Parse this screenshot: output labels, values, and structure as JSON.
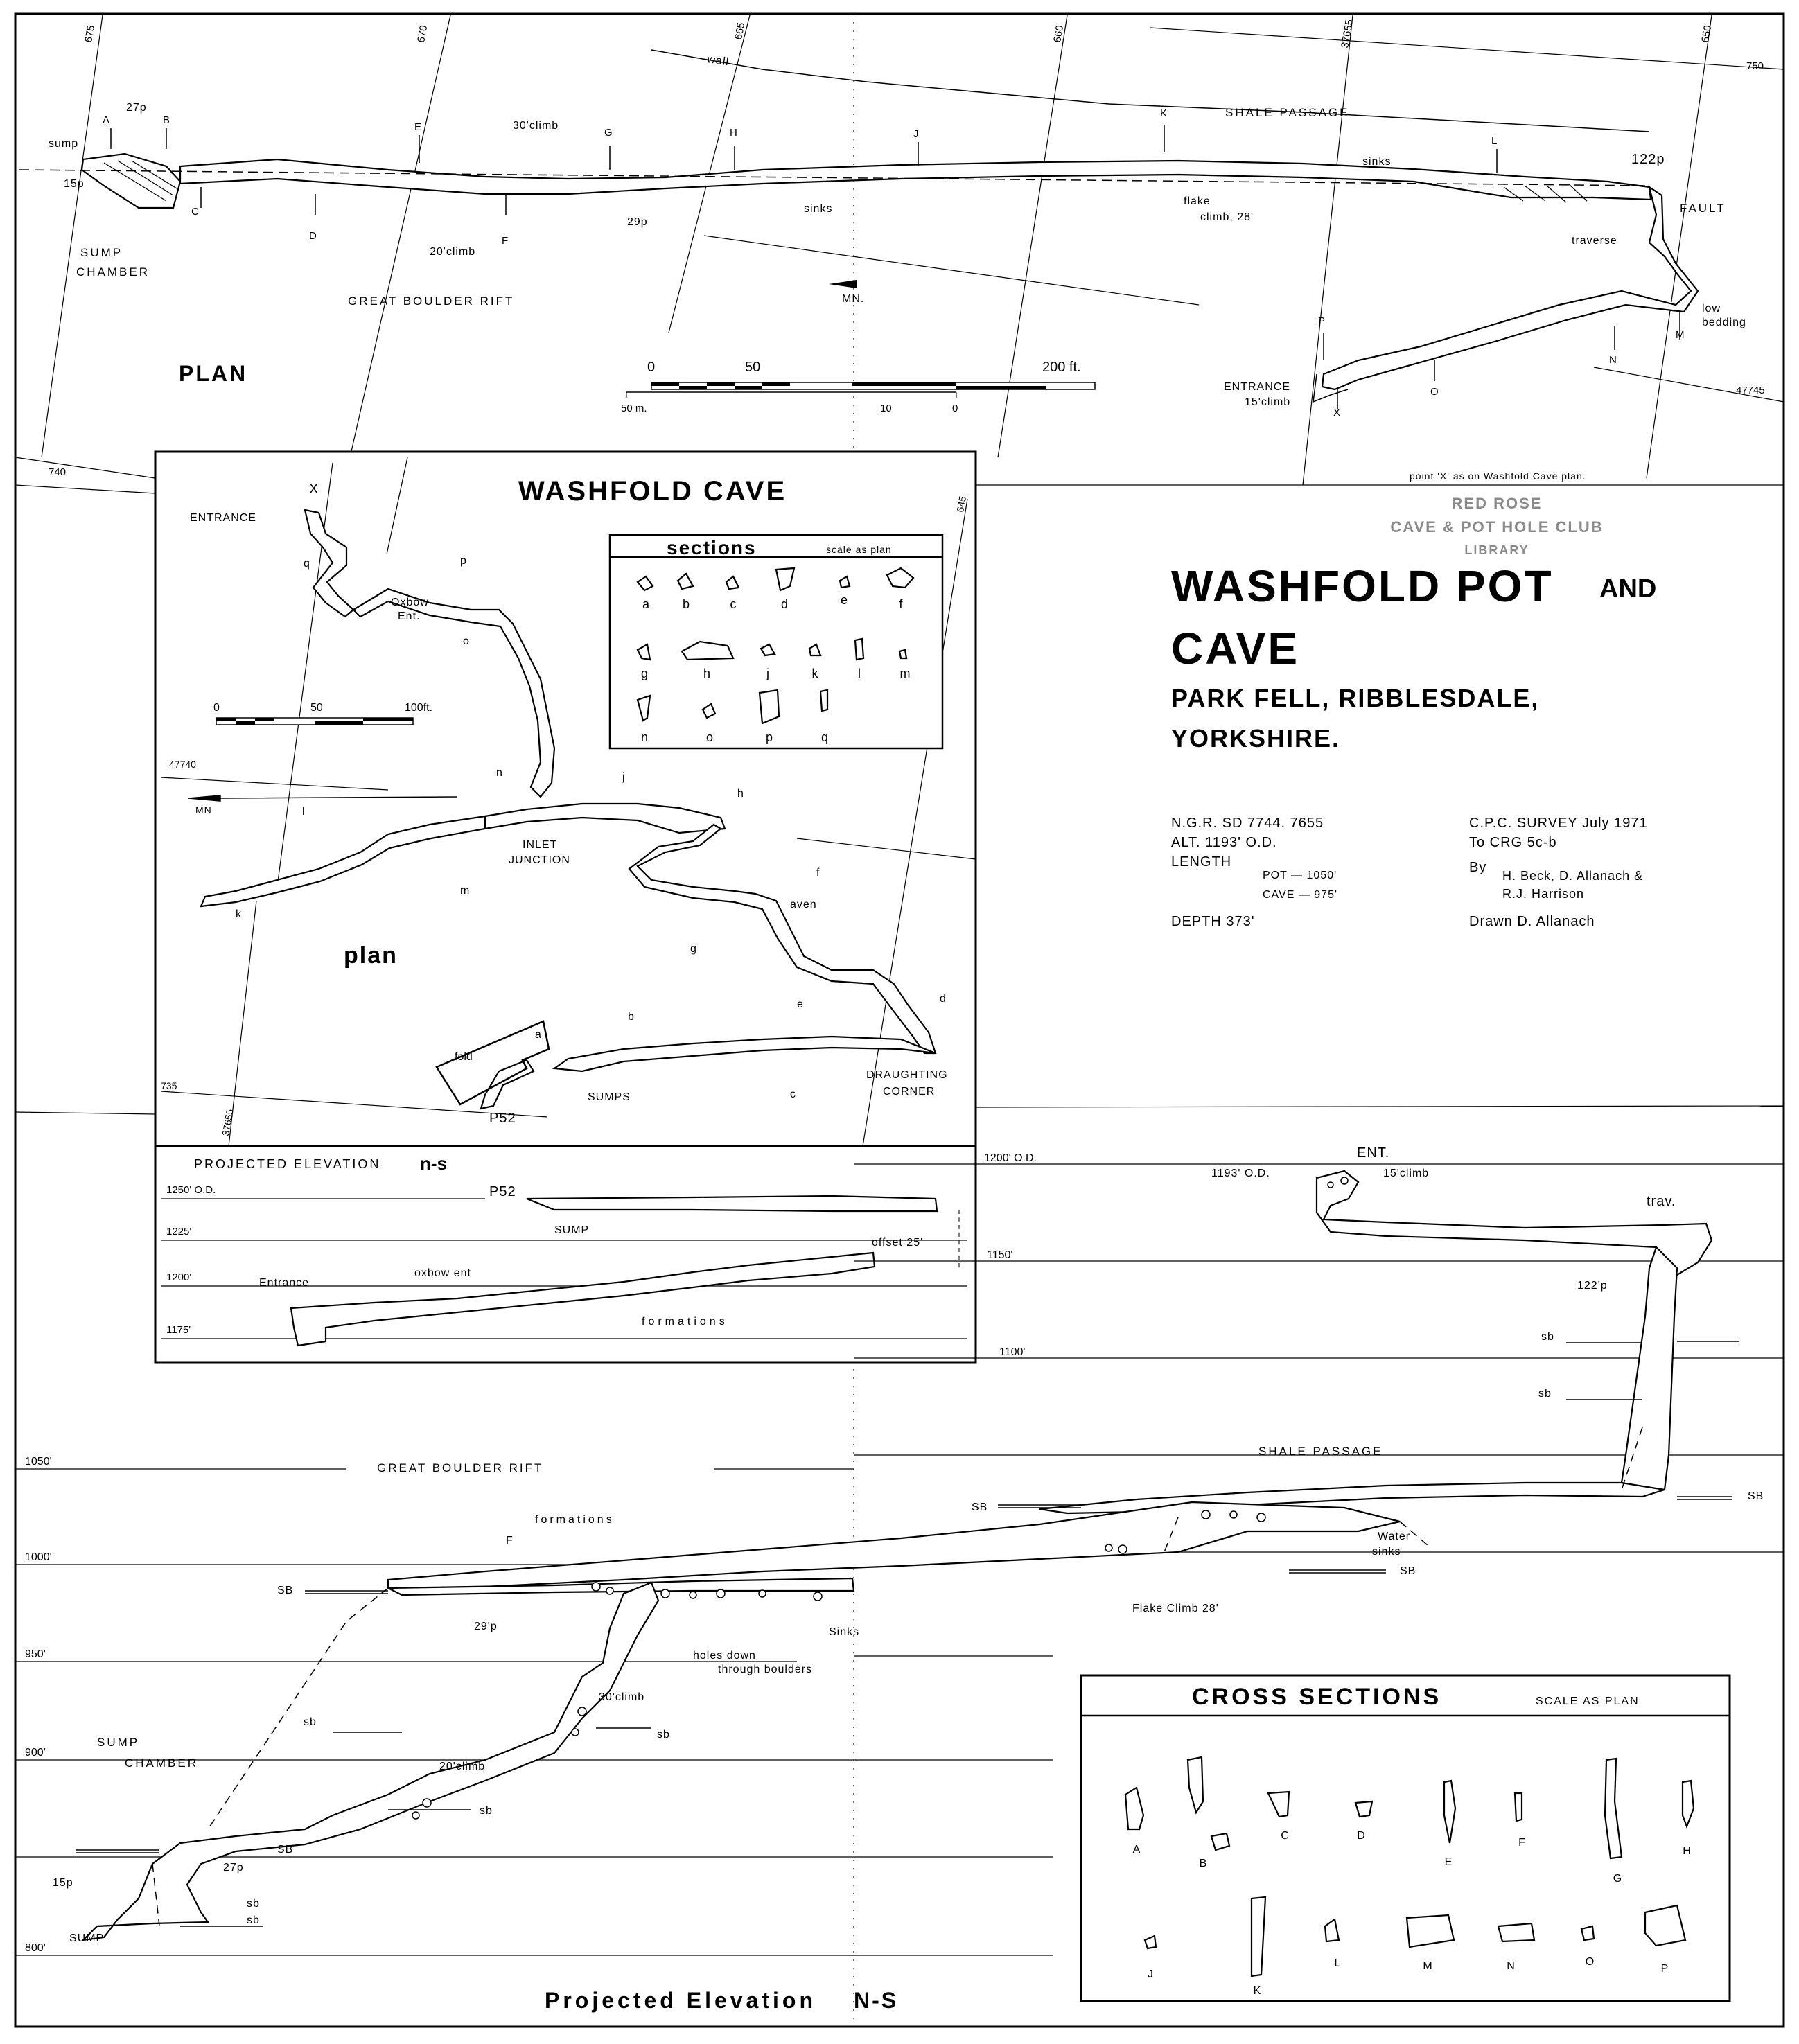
{
  "plan_top": {
    "title": "PLAN",
    "grid_labels": [
      "675",
      "670",
      "665",
      "660",
      "37655",
      "650",
      "750",
      "740",
      "745",
      "47745"
    ],
    "features": {
      "wall": "wall",
      "shale_passage": "SHALE PASSAGE",
      "climb_30": "30'climb",
      "climb_20": "20'climb",
      "sump": "sump",
      "p27": "27p",
      "p15": "15p",
      "p29": "29p",
      "p122": "122p",
      "sump_chamber_1": "SUMP",
      "sump_chamber_2": "CHAMBER",
      "great_boulder_rift": "GREAT BOULDER RIFT",
      "sinks_1": "sinks",
      "sinks_2": "sinks",
      "flake_1": "flake",
      "flake_2": "climb, 28'",
      "fault": "FAULT",
      "traverse": "traverse",
      "low_1": "low",
      "low_2": "bedding",
      "entrance_1": "ENTRANCE",
      "entrance_2": "15'climb",
      "mn": "MN.",
      "point_x_note": "point 'X' as on Washfold Cave plan."
    },
    "section_letters": [
      "A",
      "B",
      "C",
      "D",
      "E",
      "F",
      "G",
      "H",
      "J",
      "K",
      "L",
      "M",
      "N",
      "O",
      "P",
      "X"
    ],
    "scale": {
      "ft_labels": [
        "0",
        "50",
        "200 ft."
      ],
      "m_labels": [
        "50 m.",
        "10",
        "0"
      ]
    }
  },
  "stamp": {
    "line1": "RED ROSE",
    "line2": "CAVE & POT HOLE CLUB",
    "line3": "LIBRARY"
  },
  "title_block": {
    "title_1": "WASHFOLD POT",
    "title_and": "AND",
    "title_2": "CAVE",
    "subtitle_1": "PARK FELL, RIBBLESDALE,",
    "subtitle_2": "YORKSHIRE.",
    "ngr": "N.G.R. SD 7744. 7655",
    "alt": "ALT. 1193' O.D.",
    "length_label": "LENGTH",
    "pot_length": "POT — 1050'",
    "cave_length": "CAVE — 975'",
    "depth": "DEPTH 373'",
    "survey": "C.P.C. SURVEY July 1971",
    "grade": "To CRG 5c-b",
    "by_label": "By",
    "surveyors_1": "H. Beck, D. Allanach &",
    "surveyors_2": "R.J. Harrison",
    "drawn": "Drawn D. Allanach"
  },
  "washfold_cave": {
    "title": "WASHFOLD CAVE",
    "plan_label": "plan",
    "sections_title": "sections",
    "sections_scale": "scale as plan",
    "section_labels_row1": [
      "a",
      "b",
      "c",
      "d",
      "e",
      "f"
    ],
    "section_labels_row2": [
      "g",
      "h",
      "j",
      "k",
      "l",
      "m"
    ],
    "section_labels_row3": [
      "n",
      "o",
      "p",
      "q"
    ],
    "entrance": "ENTRANCE",
    "x": "X",
    "oxbow_1": "Oxbow",
    "oxbow_2": "Ent.",
    "inlet_1": "INLET",
    "inlet_2": "JUNCTION",
    "aven": "aven",
    "fold": "fold",
    "sumps": "SUMPS",
    "draughting_1": "DRAUGHTING",
    "draughting_2": "CORNER",
    "p52": "P52",
    "mn": "MN",
    "grid_labels": [
      "645",
      "47740",
      "735",
      "37655"
    ],
    "scale_labels": [
      "0",
      "50",
      "100ft."
    ],
    "letters": [
      "a",
      "b",
      "c",
      "d",
      "e",
      "f",
      "g",
      "h",
      "j",
      "k",
      "l",
      "m",
      "n",
      "o",
      "p",
      "q"
    ]
  },
  "cave_elevation": {
    "title": "PROJECTED ELEVATION",
    "title_ns": "n-s",
    "levels": [
      "1250' O.D.",
      "1225'",
      "1200'",
      "1175'"
    ],
    "p52": "P52",
    "sump": "SUMP",
    "offset": "offset 25'",
    "entrance": "Entrance",
    "oxbow_ent": "oxbow ent",
    "formations": "formations"
  },
  "pot_elevation": {
    "title": "Projected Elevation",
    "title_ns": "N-S",
    "levels_left": [
      "1050'",
      "1000'",
      "950'",
      "900'",
      "800'"
    ],
    "levels_right": [
      "1200' O.D.",
      "1150'",
      "1100'"
    ],
    "ent": "ENT.",
    "od_1193": "1193' O.D.",
    "climb_15": "15'climb",
    "trav": "trav.",
    "p122": "122'p",
    "sb": "sb",
    "SB": "SB",
    "shale_passage": "SHALE PASSAGE",
    "great_boulder_rift": "GREAT BOULDER RIFT",
    "formations": "formations",
    "f_marker": "F",
    "water_1": "Water",
    "water_2": "sinks",
    "flake_climb": "Flake Climb 28'",
    "p29": "29'p",
    "sinks": "Sinks",
    "holes_1": "holes down",
    "holes_2": "through boulders",
    "climb_30": "30'climb",
    "climb_20": "20'climb",
    "sump_chamber_1": "SUMP",
    "sump_chamber_2": "CHAMBER",
    "p27": "27p",
    "p15": "15p",
    "sump": "SUMP"
  },
  "cross_sections": {
    "title": "CROSS SECTIONS",
    "scale": "SCALE AS PLAN",
    "labels_row1": [
      "A",
      "B",
      "C",
      "D",
      "E",
      "F",
      "G",
      "H"
    ],
    "labels_row2": [
      "J",
      "K",
      "L",
      "M",
      "N",
      "O",
      "P"
    ]
  }
}
